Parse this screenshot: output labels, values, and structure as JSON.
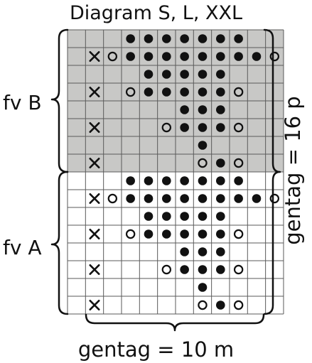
{
  "title": "Diagram S, L, XXL",
  "labels": {
    "section_b": "fv B",
    "section_a": "fv A",
    "repeat_width": "gentag = 10 m",
    "repeat_height": "gentag = 16 p"
  },
  "colors": {
    "shaded_background": "#c8c8c6",
    "grid_line": "#5a5a5a",
    "symbol": "#111111"
  },
  "legend_symbols": {
    "x": "cross",
    "o": "open-circle",
    "b": "filled-circle",
    ".": "empty"
  },
  "grid": {
    "cols": 12,
    "shaded_rows": 8,
    "rows": [
      "...bbbbbbb..",
      ".xobbbbbbbbo",
      "....bbbbb...",
      ".x.obbbbbo..",
      "......bbb...",
      ".x...obbbo..",
      ".......b....",
      ".x.....obo..",
      "...bbbbbbb..",
      ".xobbbbbbbbo",
      "....bbbbb...",
      ".x.obbbbbo..",
      "......bbb...",
      ".x...obbbo..",
      ".......b....",
      ".x.....obo.."
    ]
  }
}
